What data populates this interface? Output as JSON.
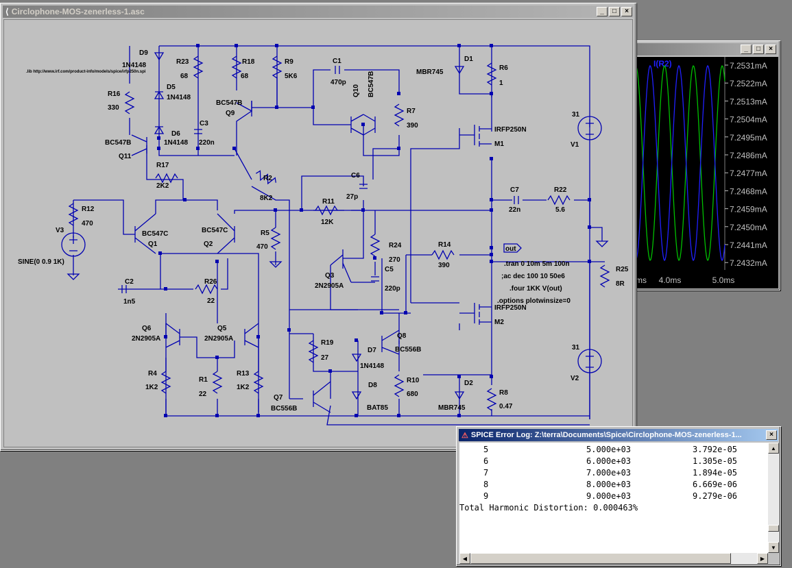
{
  "schematic": {
    "title": "Circlophone-MOS-zenerless-1.asc",
    "lib_directive": ".lib http://www.irf.com/product-info/models/spice/irfp250n.spi",
    "labels": {
      "D9": "D9",
      "D9v": "1N4148",
      "D5": "D5",
      "D5v": "1N4148",
      "D6": "D6",
      "D6v": "1N4148",
      "R23": "R23",
      "R23v": "68",
      "R18": "R18",
      "R18v": "68",
      "R9": "R9",
      "R9v": "5K6",
      "C1": "C1",
      "C1v": "470p",
      "Q10": "Q10",
      "Q10v": "BC547B",
      "D1": "D1",
      "D1v": "MBR745",
      "R6": "R6",
      "R6v": "1",
      "R16": "R16",
      "R16v": "330",
      "Q9": "Q9",
      "Q9v": "BC547B",
      "R7": "R7",
      "R7v": "390",
      "C3": "C3",
      "C3v": "220n",
      "Q11": "Q11",
      "Q11v": "BC547B",
      "M1": "M1",
      "M1v": "IRFP250N",
      "V1": "V1",
      "V1v": "31",
      "R17": "R17",
      "R17v": "2K2",
      "R2": "R2",
      "R2v": "8K2",
      "C6": "C6",
      "C6v": "27p",
      "C7": "C7",
      "C7v": "22n",
      "R22": "R22",
      "R22v": "5.6",
      "R12": "R12",
      "R12v": "470",
      "V3": "V3",
      "V3v": "SINE(0 0.9 1K)",
      "Q1": "Q1",
      "Q1v": "BC547C",
      "Q2": "Q2",
      "Q2v": "BC547C",
      "R11": "R11",
      "R11v": "12K",
      "R5": "R5",
      "R5v": "470",
      "R24": "R24",
      "R24v": "270",
      "C5": "C5",
      "C5v": "220p",
      "R14": "R14",
      "R14v": "390",
      "out": "out",
      "R25": "R25",
      "R25v": "8R",
      "C2": "C2",
      "C2v": "1n5",
      "R26": "R26",
      "R26v": "22",
      "Q3": "Q3",
      "Q3v": "2N2905A",
      "M2": "M2",
      "M2v": "IRFP250N",
      "Q6": "Q6",
      "Q6v": "2N2905A",
      "Q5": "Q5",
      "Q5v": "2N2905A",
      "R19": "R19",
      "R19v": "27",
      "D7": "D7",
      "D7v": "1N4148",
      "Q8": "Q8",
      "Q8v": "BC556B",
      "V2": "V2",
      "V2v": "31",
      "R4": "R4",
      "R4v": "1K2",
      "R1": "R1",
      "R1v": "22",
      "R13": "R13",
      "R13v": "1K2",
      "D8": "D8",
      "D8v": "BAT85",
      "R10": "R10",
      "R10v": "680",
      "Q7": "Q7",
      "Q7v": "BC556B",
      "D2": "D2",
      "D2v": "MBR745",
      "R8": "R8",
      "R8v": "0.47"
    },
    "directives": [
      ".tran 0 10m 5m 100n",
      ";ac dec 100 10 50e6",
      ".four 1KK V(out)",
      ".options plotwinsize=0"
    ]
  },
  "waveform": {
    "trace_label": "I(R2)",
    "y_ticks": [
      "7.2531mA",
      "7.2522mA",
      "7.2513mA",
      "7.2504mA",
      "7.2495mA",
      "7.2486mA",
      "7.2477mA",
      "7.2468mA",
      "7.2459mA",
      "7.2450mA",
      "7.2441mA",
      "7.2432mA"
    ],
    "x_ticks": [
      "ms",
      "4.0ms",
      "5.0ms"
    ],
    "colors": {
      "background": "#000000",
      "trace1": "#00c000",
      "trace2": "#2020ff"
    }
  },
  "errorlog": {
    "title": "SPICE Error Log: Z:\\terra\\Documents\\Spice\\Circlophone-MOS-zenerless-1...",
    "rows": [
      [
        "5",
        "5.000e+03",
        "3.792e-05"
      ],
      [
        "6",
        "6.000e+03",
        "1.305e-05"
      ],
      [
        "7",
        "7.000e+03",
        "1.894e-05"
      ],
      [
        "8",
        "8.000e+03",
        "6.669e-06"
      ],
      [
        "9",
        "9.000e+03",
        "9.279e-06"
      ]
    ],
    "summary": "Total Harmonic Distortion: 0.000463%"
  }
}
